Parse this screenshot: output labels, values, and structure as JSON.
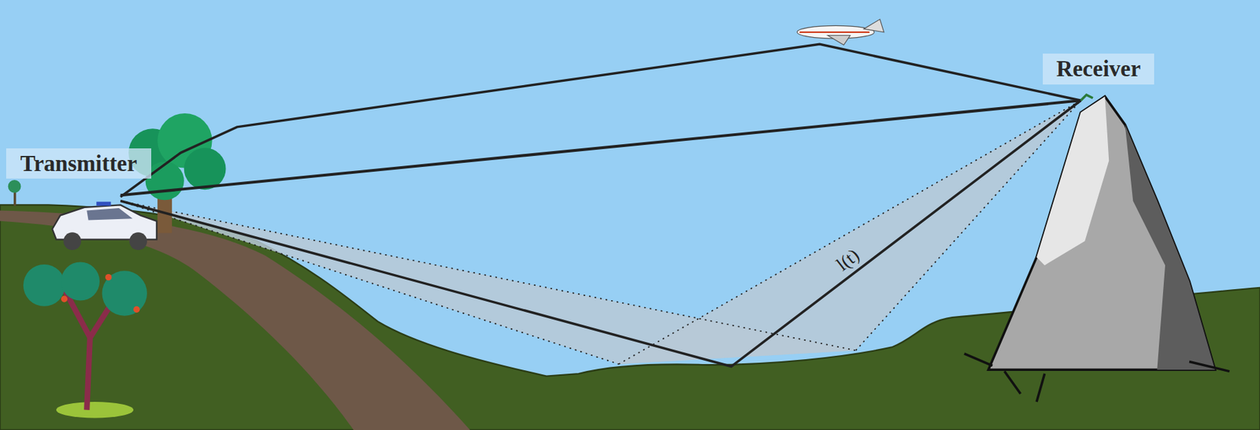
{
  "diagram": {
    "nodes": [
      {
        "text": [
          "Transmitter"
        ]
      },
      {
        "text": [
          "Receiver"
        ]
      }
    ],
    "labels": [
      "l(t)"
    ]
  }
}
